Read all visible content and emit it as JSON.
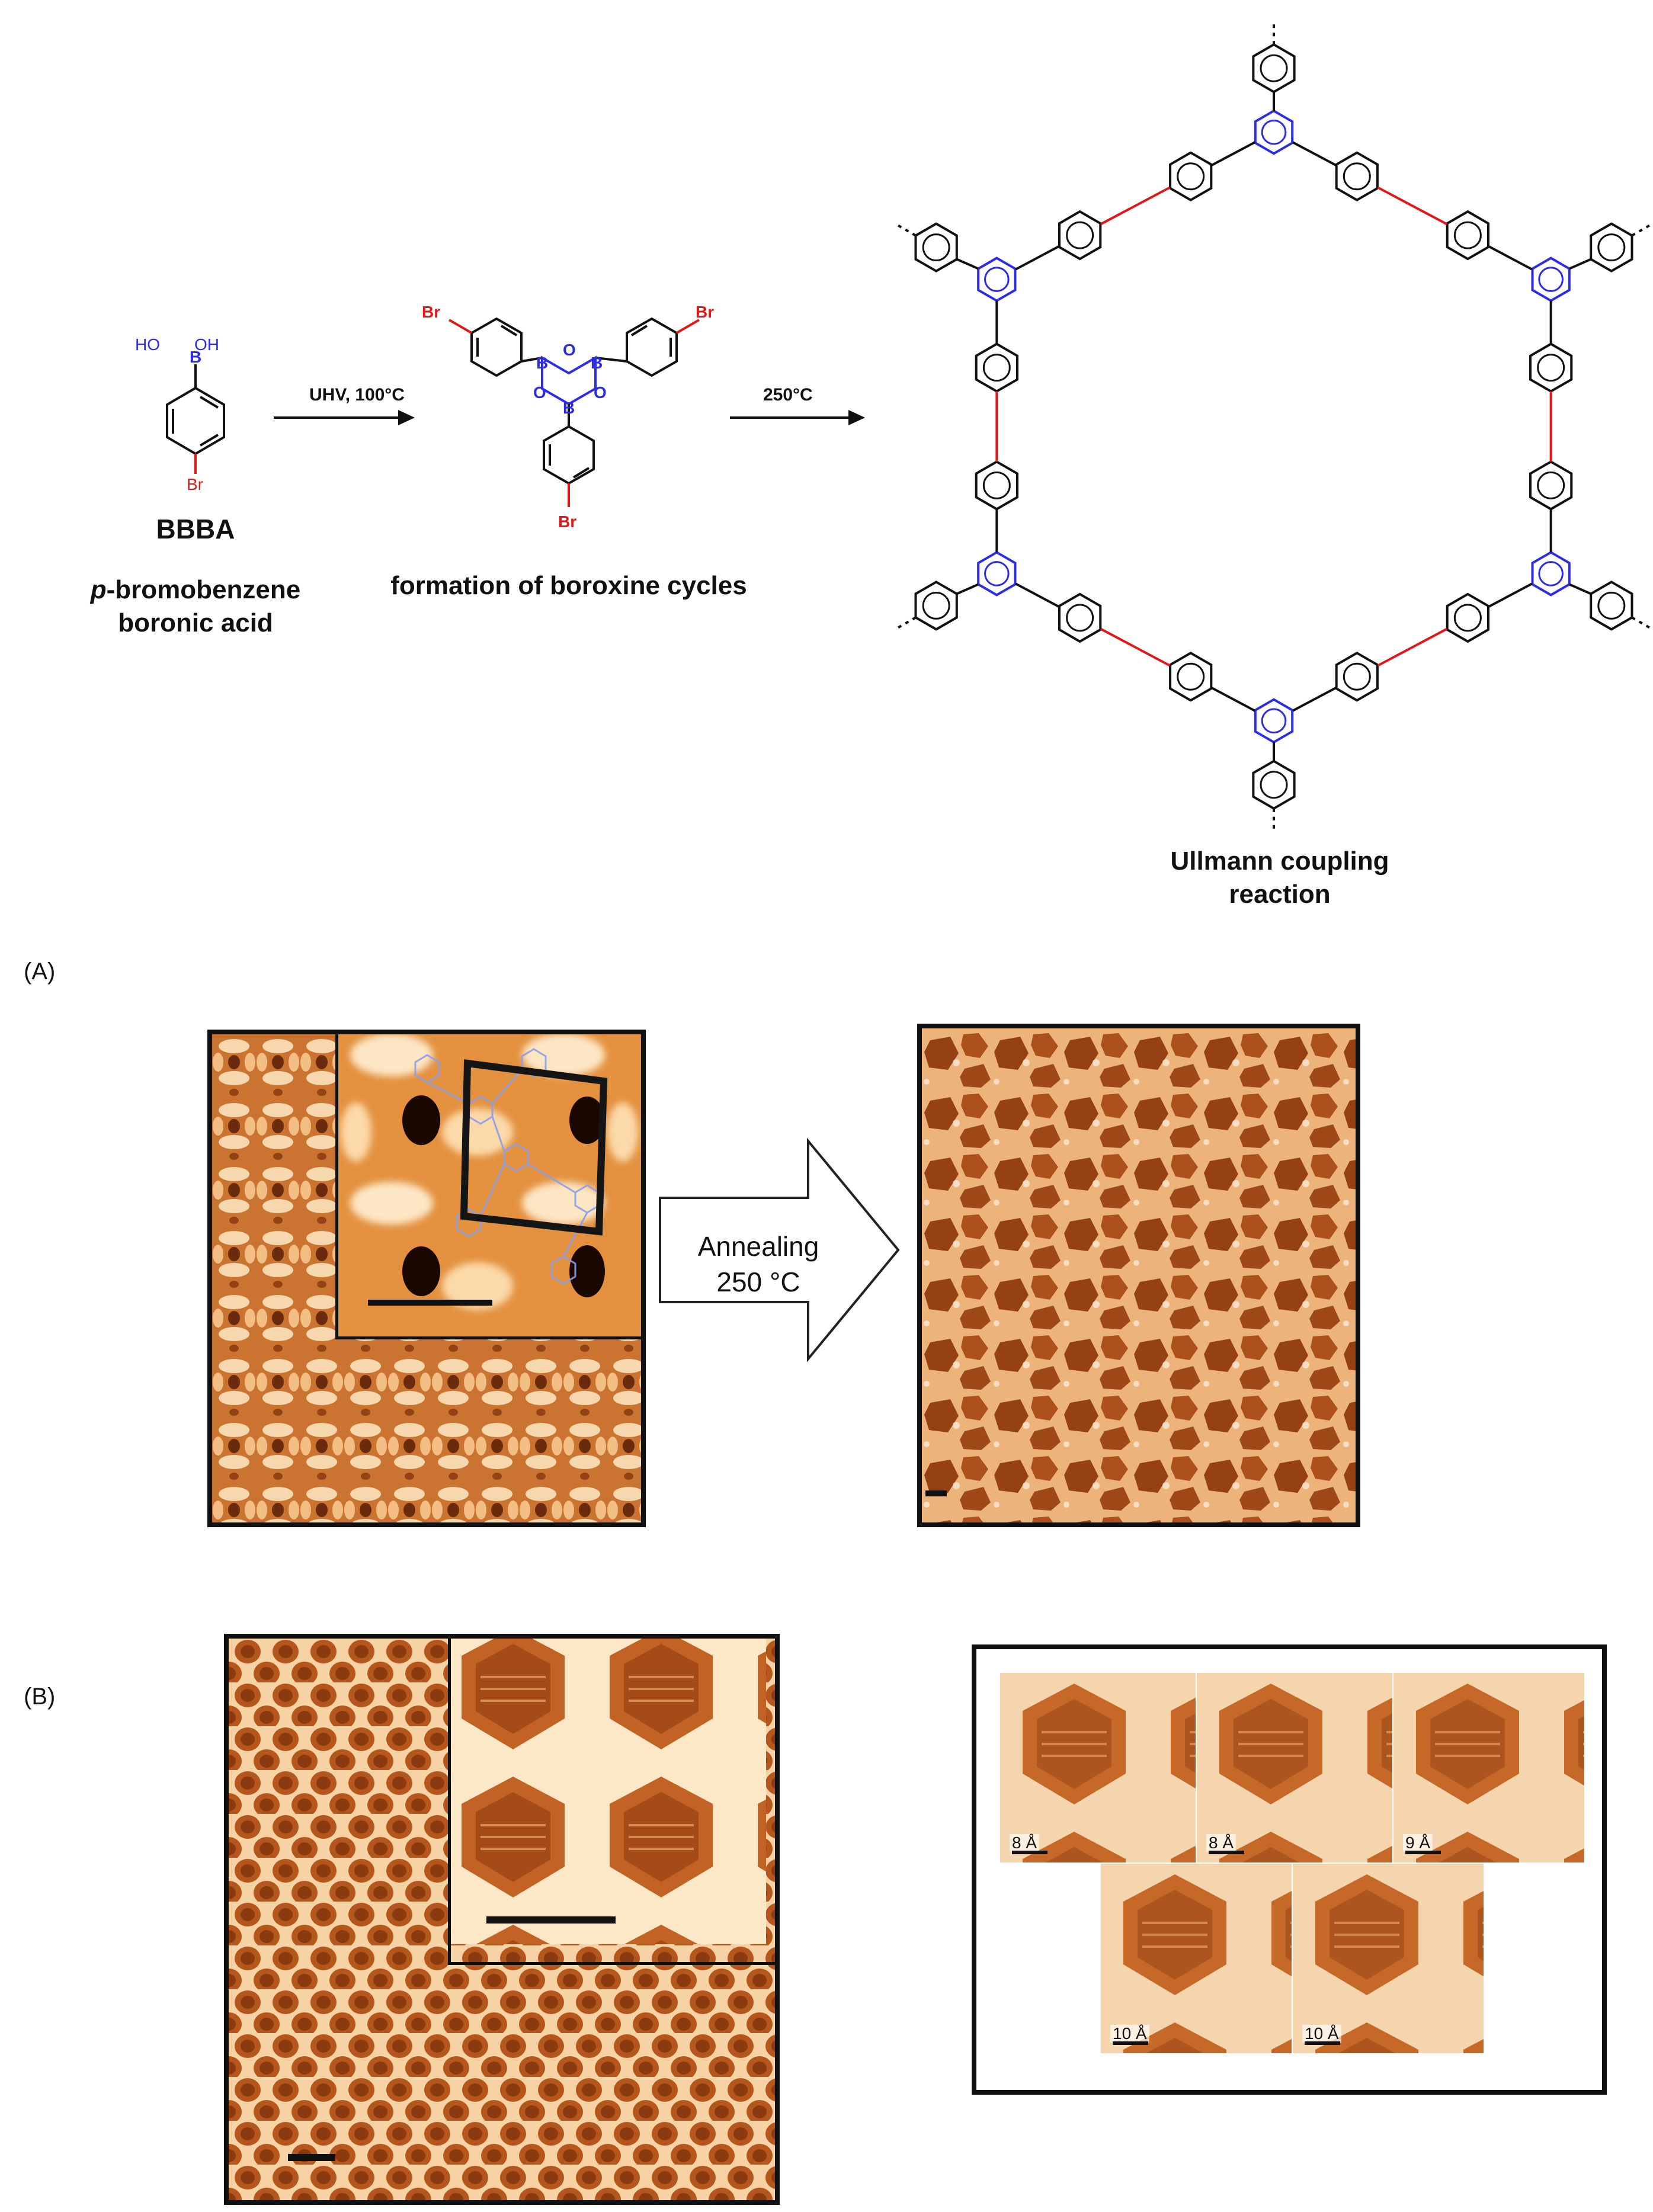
{
  "scheme": {
    "bbba_label": "BBBA",
    "bbba_name_line1_prefix": "p",
    "bbba_name_line1_rest": "-bromobenzene",
    "bbba_name_line2": "boronic acid",
    "step1_condition": "UHV, 100°C",
    "step1_product_label": "formation of boroxine cycles",
    "step2_condition": "250°C",
    "step2_product_label_line1": "Ullmann coupling",
    "step2_product_label_line2": "reaction",
    "atoms": {
      "boron": "B",
      "oxygen": "O",
      "bromine": "Br",
      "hydroxyl": "HO",
      "hydroxyl2": "OH"
    }
  },
  "panel_a": {
    "label": "(A)",
    "arrow_text_line1": "Annealing",
    "arrow_text_line2": "250 °C"
  },
  "panel_b": {
    "label": "(B)",
    "scale_labels": [
      "8 Å",
      "8 Å",
      "9 Å",
      "10 Å",
      "10 Å"
    ]
  },
  "colors": {
    "boron_oxygen": "#2b2be8",
    "bromine_bond": "#e01818",
    "stm_dark": "#7a2d0a",
    "stm_mid": "#c8682a",
    "stm_light": "#fbe0b8"
  }
}
